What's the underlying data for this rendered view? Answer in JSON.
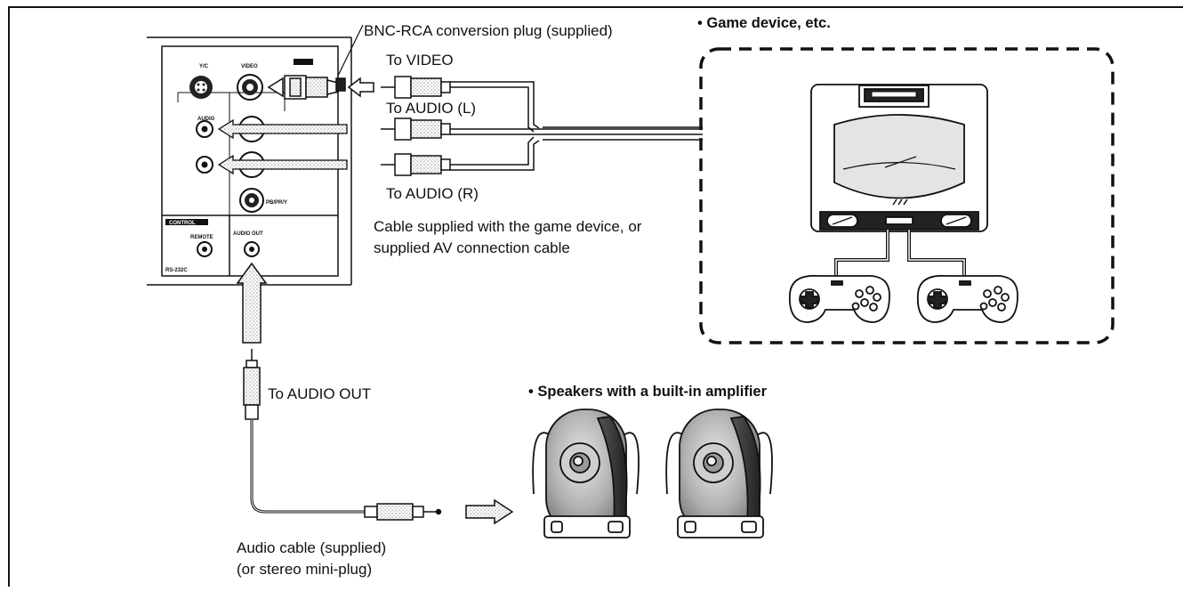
{
  "labels": {
    "bnc_plug": "BNC-RCA conversion plug (supplied)",
    "to_video": "To VIDEO",
    "to_audio_l": "To AUDIO (L)",
    "to_audio_r": "To AUDIO (R)",
    "cable_supplied": "Cable supplied with the game device, or supplied AV connection cable",
    "game_device": "• Game device, etc.",
    "to_audio_out": "To AUDIO OUT",
    "speakers": "• Speakers with a built-in amplifier",
    "audio_cable_line1": "Audio cable (supplied)",
    "audio_cable_line2": "(or stereo mini-plug)"
  },
  "panel": {
    "yc": "Y/C",
    "video": "VIDEO",
    "audio": "AUDIO",
    "pbpry": "PB/PR/Y",
    "remote": "REMOTE",
    "audio_out": "AUDIO OUT",
    "rs232c": "RS-232C",
    "tag1": "",
    "tag2": "CONTROL"
  }
}
